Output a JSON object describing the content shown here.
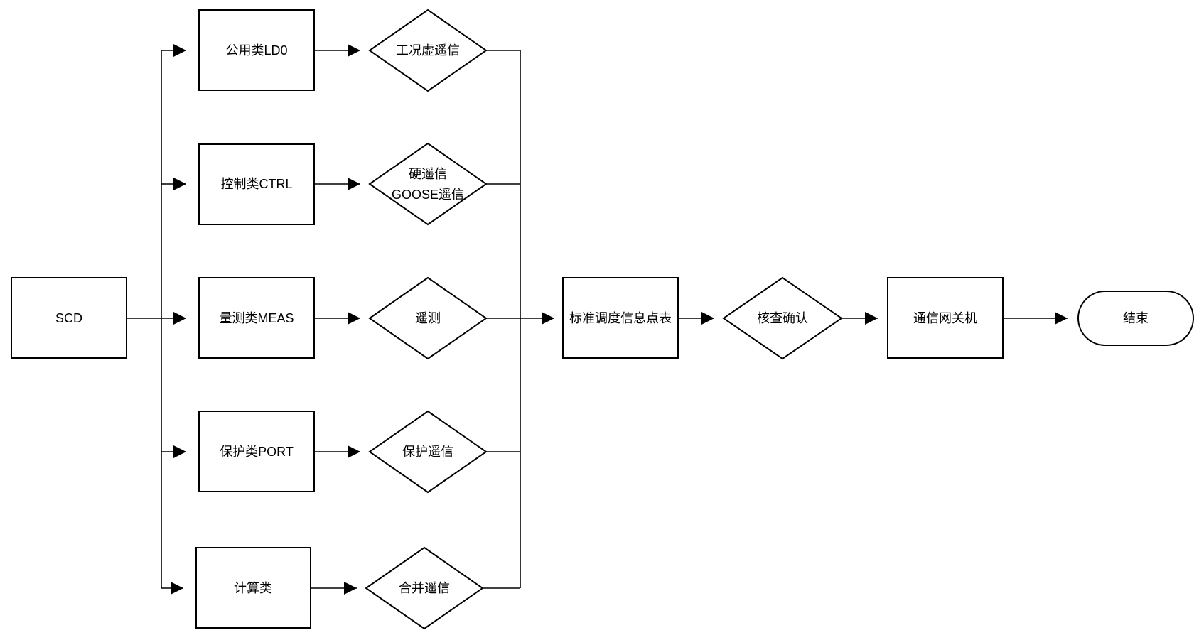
{
  "nodes": {
    "scd": "SCD",
    "public_ldo": "公用类LD0",
    "control_ctrl": "控制类CTRL",
    "measure_meas": "量测类MEAS",
    "protect_port": "保护类PORT",
    "calc": "计算类",
    "virtual_signal": "工况虚遥信",
    "hard_signal_line1": "硬遥信",
    "hard_signal_line2": "GOOSE遥信",
    "telemetry": "遥测",
    "protect_signal": "保护遥信",
    "merged_signal": "合并遥信",
    "dispatch_table": "标准调度信息点表",
    "verify": "核查确认",
    "gateway": "通信网关机",
    "end": "结束"
  }
}
